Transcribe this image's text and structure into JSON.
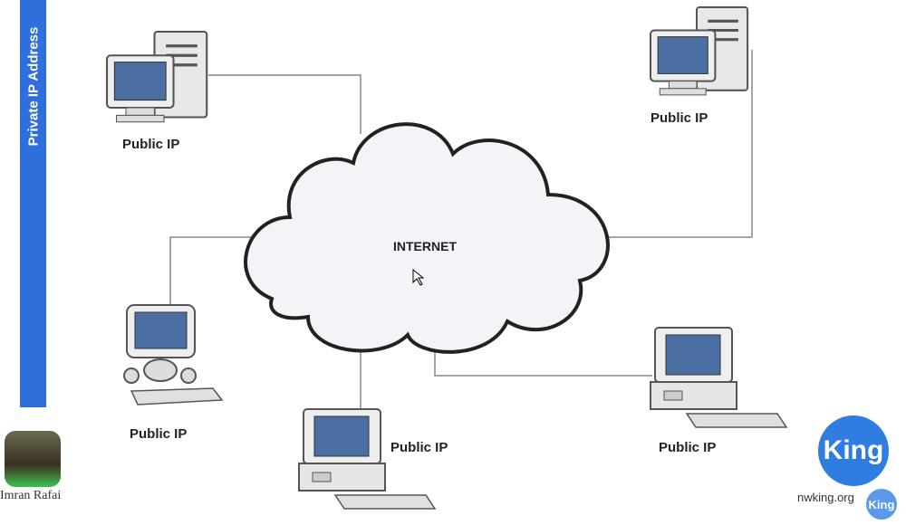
{
  "sidebar": {
    "title": "Private IP Address"
  },
  "diagram": {
    "cloud_label": "INTERNET",
    "computers": [
      {
        "label": "Public IP"
      },
      {
        "label": "Public IP"
      },
      {
        "label": "Public IP"
      },
      {
        "label": "Public IP"
      },
      {
        "label": "Public IP"
      }
    ]
  },
  "presenter": {
    "name": "Imran Rafai"
  },
  "brand": {
    "logo_text": "King",
    "site": "nwking.org",
    "color": "#2f7de0"
  }
}
